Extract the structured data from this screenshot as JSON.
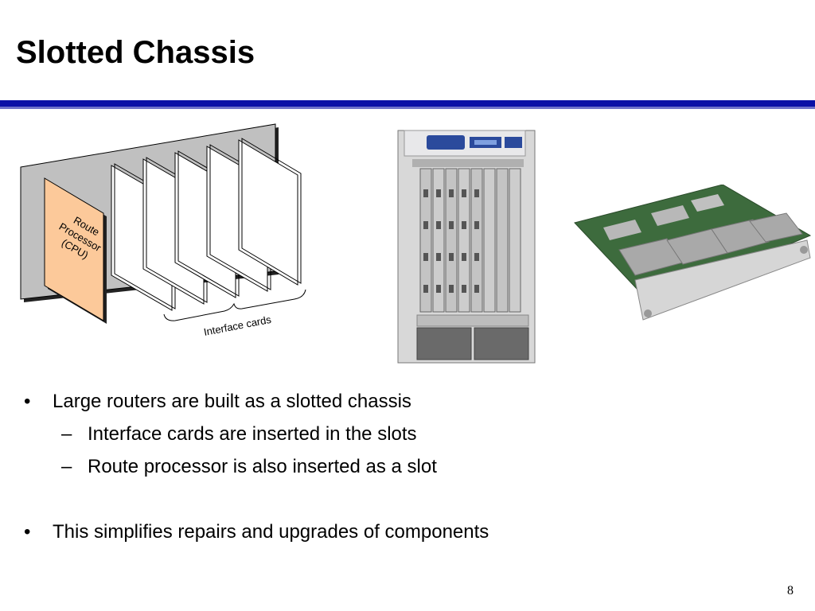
{
  "slide": {
    "title": "Slotted Chassis",
    "page_number": "8"
  },
  "diagram": {
    "route_processor_label": [
      "Route",
      "Processor",
      "(CPU)"
    ],
    "interface_cards_label": "Interface cards",
    "colors": {
      "chassis": "#c0c0c0",
      "route_processor": "#fcc99a",
      "card": "#ffffff"
    }
  },
  "bullets": [
    {
      "text": "Large routers are built as a slotted chassis",
      "children": [
        "Interface cards are inserted in the slots",
        "Route processor is also inserted as a slot"
      ]
    },
    {
      "text": "This simplifies repairs and upgrades of components",
      "children": []
    }
  ],
  "colors": {
    "title_bar": "#0b10a6"
  }
}
